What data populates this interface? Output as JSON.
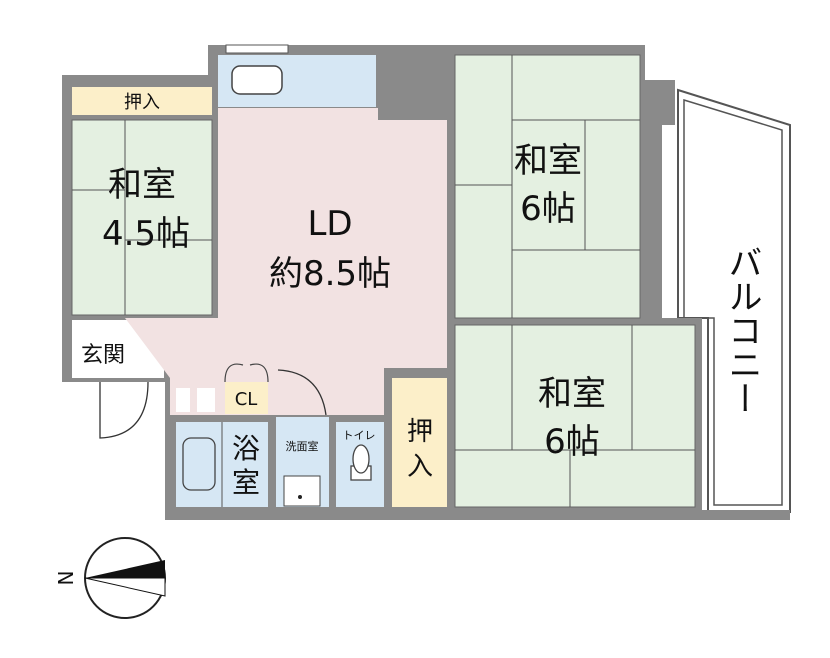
{
  "rooms": {
    "washitsu_small": {
      "name": "和室",
      "size": "4.5帖"
    },
    "closet_top_left": {
      "name": "押入"
    },
    "ld": {
      "name": "LD",
      "size": "約8.5帖"
    },
    "washitsu_upper": {
      "name": "和室",
      "size": "6帖"
    },
    "washitsu_lower": {
      "name": "和室",
      "size": "6帖"
    },
    "entrance": {
      "name": "玄関"
    },
    "cl": {
      "name": "CL"
    },
    "bath": {
      "name_1": "浴",
      "name_2": "室"
    },
    "washroom": {
      "name": "洗面室"
    },
    "toilet": {
      "name": "トイレ"
    },
    "closet_right": {
      "name_1": "押",
      "name_2": "入"
    },
    "balcony": {
      "name": "バルコニー"
    }
  },
  "compass": {
    "label": "N"
  },
  "colors": {
    "wall": "#8a8a8a",
    "tatami": "#e4f0e1",
    "ld": "#f2e2e2",
    "closet": "#fcefc9",
    "wet": "#d6e7f4"
  }
}
